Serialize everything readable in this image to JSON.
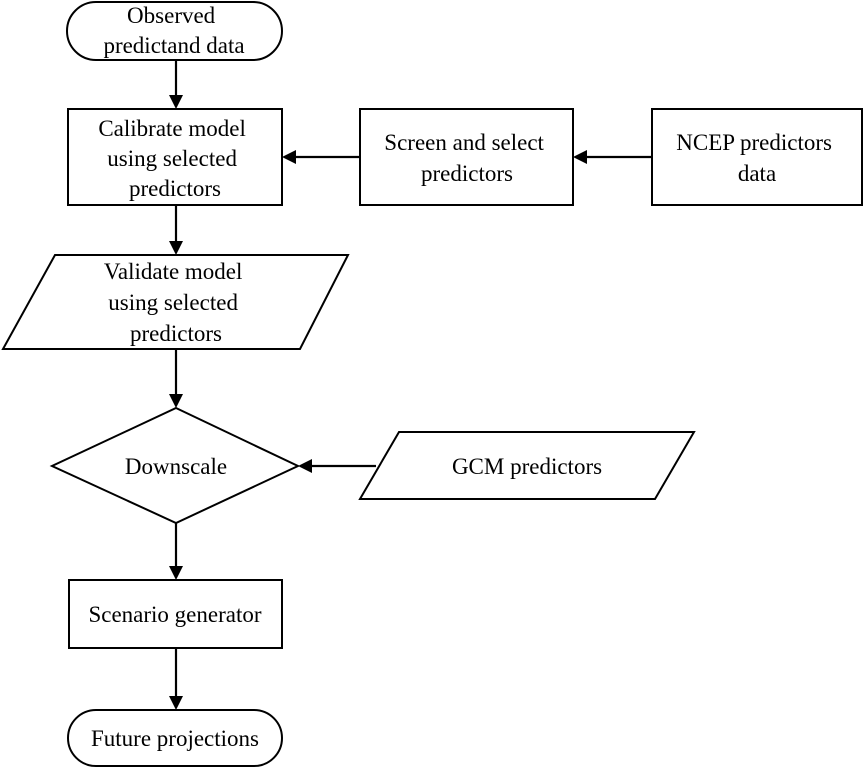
{
  "nodes": {
    "observed": {
      "lines": [
        "Observed",
        "predictand data"
      ]
    },
    "calibrate": {
      "lines": [
        "Calibrate model",
        "using selected",
        "predictors"
      ]
    },
    "screen": {
      "lines": [
        "Screen and select",
        "predictors"
      ]
    },
    "ncep": {
      "lines": [
        "NCEP predictors",
        "data"
      ]
    },
    "validate": {
      "lines": [
        "Validate model",
        "using selected",
        "predictors"
      ]
    },
    "downscale": {
      "lines": [
        "Downscale"
      ]
    },
    "gcm": {
      "lines": [
        "GCM predictors"
      ]
    },
    "scenario": {
      "lines": [
        "Scenario generator"
      ]
    },
    "future": {
      "lines": [
        "Future projections"
      ]
    }
  }
}
